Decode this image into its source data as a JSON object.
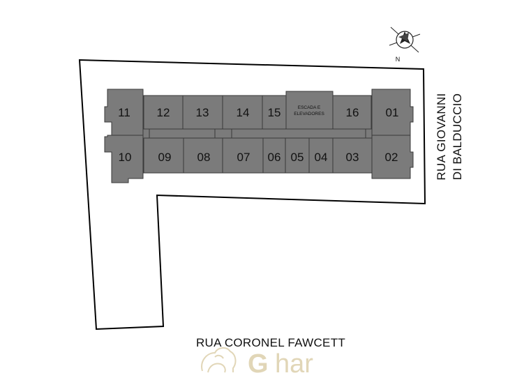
{
  "units_top": [
    "11",
    "12",
    "13",
    "14",
    "15",
    "16",
    "01"
  ],
  "units_bottom": [
    "10",
    "09",
    "08",
    "07",
    "06",
    "05",
    "04",
    "03",
    "02"
  ],
  "core": {
    "line1": "ESCADA E",
    "line2": "ELEVADORES"
  },
  "streets": {
    "bottom": "RUA CORONEL FAWCETT",
    "right_line1": "RUA GIOVANNI",
    "right_line2": "DI BALDUCCIO"
  },
  "north_label": "N",
  "watermark": {
    "text": "har",
    "logo": "G"
  },
  "colors": {
    "unit_fill": "#7b7b7b",
    "unit_stroke": "#3a3a3a",
    "lot_outline": "#000000",
    "watermark": "#d8c9a0"
  }
}
